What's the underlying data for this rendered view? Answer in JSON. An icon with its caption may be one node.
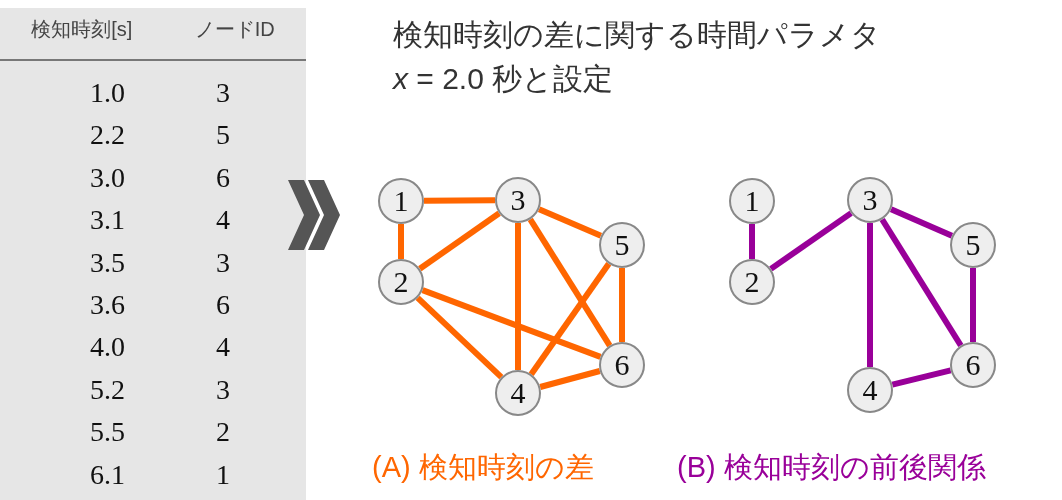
{
  "diagram": {
    "title": "検知時刻の差に関する時間パラメタ",
    "nodes": [
      {
        "text": [
          "1"
        ]
      },
      {
        "text": [
          "2"
        ]
      },
      {
        "text": [
          "3"
        ]
      },
      {
        "text": [
          "4"
        ]
      },
      {
        "text": [
          "5"
        ]
      },
      {
        "text": [
          "6"
        ]
      },
      {
        "text": [
          "1"
        ]
      },
      {
        "text": [
          "2"
        ]
      },
      {
        "text": [
          "3"
        ]
      },
      {
        "text": [
          "4"
        ]
      },
      {
        "text": [
          "5"
        ]
      },
      {
        "text": [
          "6"
        ]
      }
    ],
    "edges": [
      {
        "from": 0,
        "to": 2,
        "arrow": "none",
        "color": "#ff6600"
      },
      {
        "from": 0,
        "to": 1,
        "arrow": "none",
        "color": "#ff6600"
      },
      {
        "from": 1,
        "to": 2,
        "arrow": "none",
        "color": "#ff6600"
      },
      {
        "from": 2,
        "to": 4,
        "arrow": "none",
        "color": "#ff6600"
      },
      {
        "from": 2,
        "to": 3,
        "arrow": "none",
        "color": "#ff6600"
      },
      {
        "from": 2,
        "to": 5,
        "arrow": "none",
        "color": "#ff6600"
      },
      {
        "from": 1,
        "to": 5,
        "arrow": "none",
        "color": "#ff6600"
      },
      {
        "from": 1,
        "to": 3,
        "arrow": "none",
        "color": "#ff6600"
      },
      {
        "from": 4,
        "to": 3,
        "arrow": "none",
        "color": "#ff6600"
      },
      {
        "from": 4,
        "to": 5,
        "arrow": "none",
        "color": "#ff6600"
      },
      {
        "from": 3,
        "to": 5,
        "arrow": "none",
        "color": "#ff6600"
      },
      {
        "from": 6,
        "to": 7,
        "arrow": "none",
        "color": "#990099"
      },
      {
        "from": 7,
        "to": 8,
        "arrow": "none",
        "color": "#990099"
      },
      {
        "from": 8,
        "to": 10,
        "arrow": "none",
        "color": "#990099"
      },
      {
        "from": 8,
        "to": 9,
        "arrow": "none",
        "color": "#990099"
      },
      {
        "from": 8,
        "to": 11,
        "arrow": "none",
        "color": "#990099"
      },
      {
        "from": 10,
        "to": 11,
        "arrow": "none",
        "color": "#990099"
      },
      {
        "from": 9,
        "to": 11,
        "arrow": "none",
        "color": "#990099"
      }
    ],
    "labels": [
      "検知時刻[s]",
      "ノードID",
      "1.0",
      "3",
      "2.2",
      "5",
      "3.0",
      "6",
      "3.1",
      "4",
      "3.5",
      "3",
      "3.6",
      "6",
      "4.0",
      "4",
      "5.2",
      "3",
      "5.5",
      "2",
      "6.1",
      "1",
      "*x* = 2.0 秒と設定",
      "(A) 検知時刻の差",
      "(B) 検知時刻の前後関係"
    ]
  }
}
